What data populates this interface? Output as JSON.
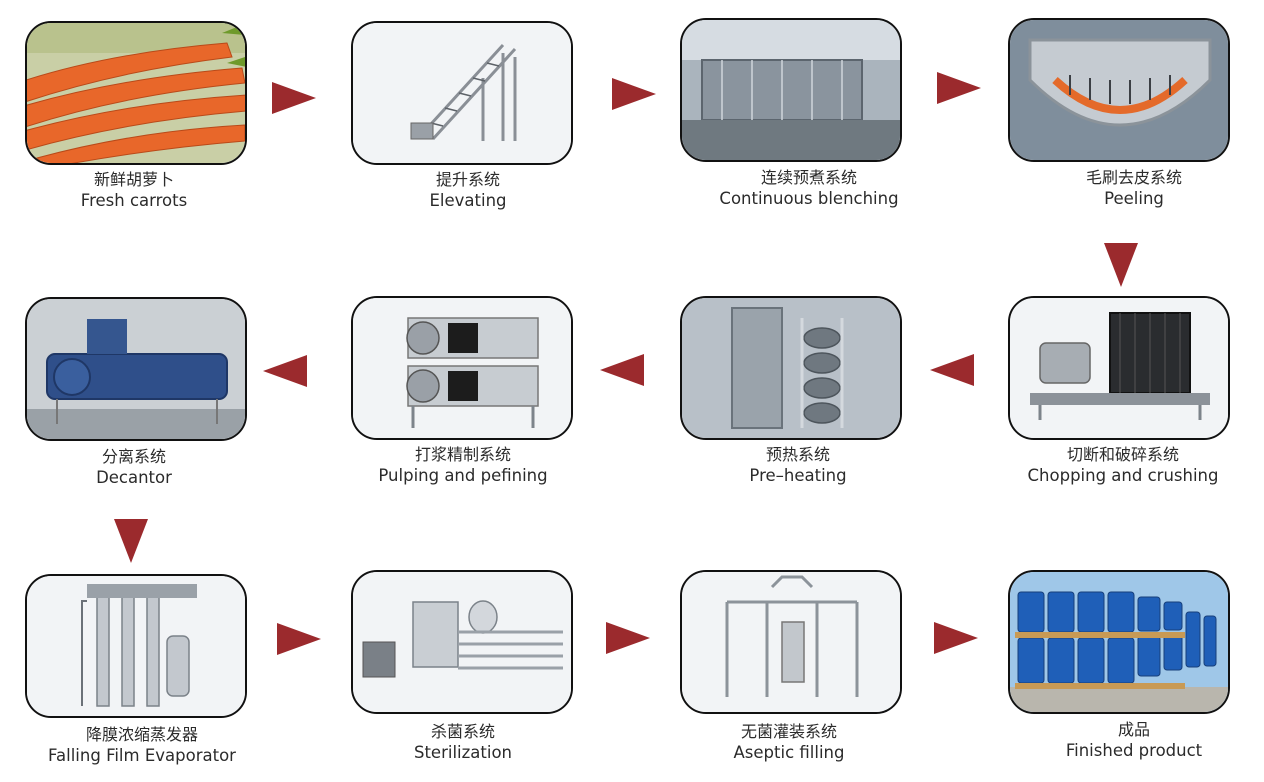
{
  "steps": [
    {
      "cn": "新鲜胡萝卜",
      "en": "Fresh carrots"
    },
    {
      "cn": "提升系统",
      "en": "Elevating"
    },
    {
      "cn": "连续预煮系统",
      "en": "Continuous blenching"
    },
    {
      "cn": "毛刷去皮系统",
      "en": "Peeling"
    },
    {
      "cn": "切断和破碎系统",
      "en": "Chopping and crushing"
    },
    {
      "cn": "预热系统",
      "en": "Pre–heating"
    },
    {
      "cn": "打浆精制系统",
      "en": "Pulping and pefining"
    },
    {
      "cn": "分离系统",
      "en": "Decantor"
    },
    {
      "cn": "降膜浓缩蒸发器",
      "en": "Falling Film Evaporator"
    },
    {
      "cn": "杀菌系统",
      "en": "Sterilization"
    },
    {
      "cn": "无菌灌装系统",
      "en": "Aseptic filling"
    },
    {
      "cn": "成品",
      "en": "Finished product"
    }
  ],
  "colors": {
    "arrow": "#9b2a2d",
    "frame_border": "#111111"
  }
}
